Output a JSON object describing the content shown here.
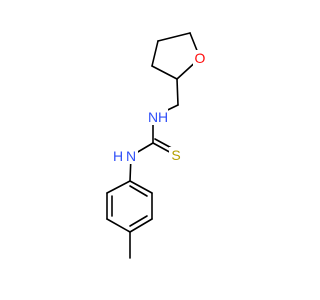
{
  "molecule": {
    "atoms": {
      "ring_oxygen": {
        "label": "O",
        "color": "#ff0d0d"
      },
      "amine_upper": {
        "label": "N",
        "hydrogen": "H",
        "color": "#3050f8"
      },
      "amine_lower": {
        "label": "N",
        "hydrogen": "H",
        "color": "#3050f8"
      },
      "sulfur": {
        "label": "S",
        "color": "#b5a000"
      }
    }
  }
}
